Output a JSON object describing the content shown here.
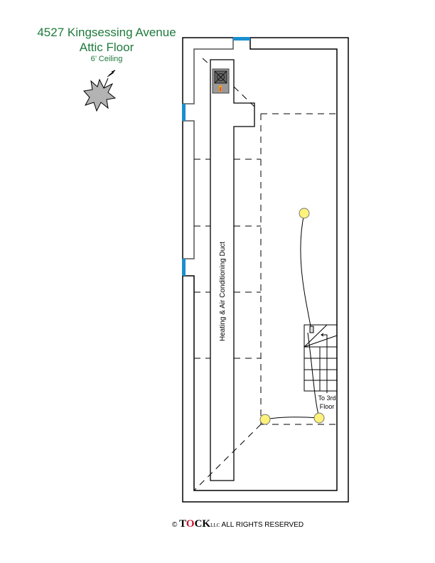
{
  "header": {
    "address": "4527 Kingsessing Avenue",
    "floor": "Attic Floor",
    "ceiling": "6’ Ceiling"
  },
  "labels": {
    "duct": "Heating & Air Conditioning Duct",
    "stairs_line1": "To 3rd",
    "stairs_line2": "Floor"
  },
  "footer": {
    "copyright": "©",
    "brand_t": "T",
    "brand_o": "O",
    "brand_ck": "CK",
    "llc": "LLC",
    "rights": "ALL RIGHTS RESERVED"
  },
  "colors": {
    "title": "#1e7a3c",
    "window": "#1a8fd0",
    "light": "#fef27a",
    "compass": "#b3b3b3"
  }
}
